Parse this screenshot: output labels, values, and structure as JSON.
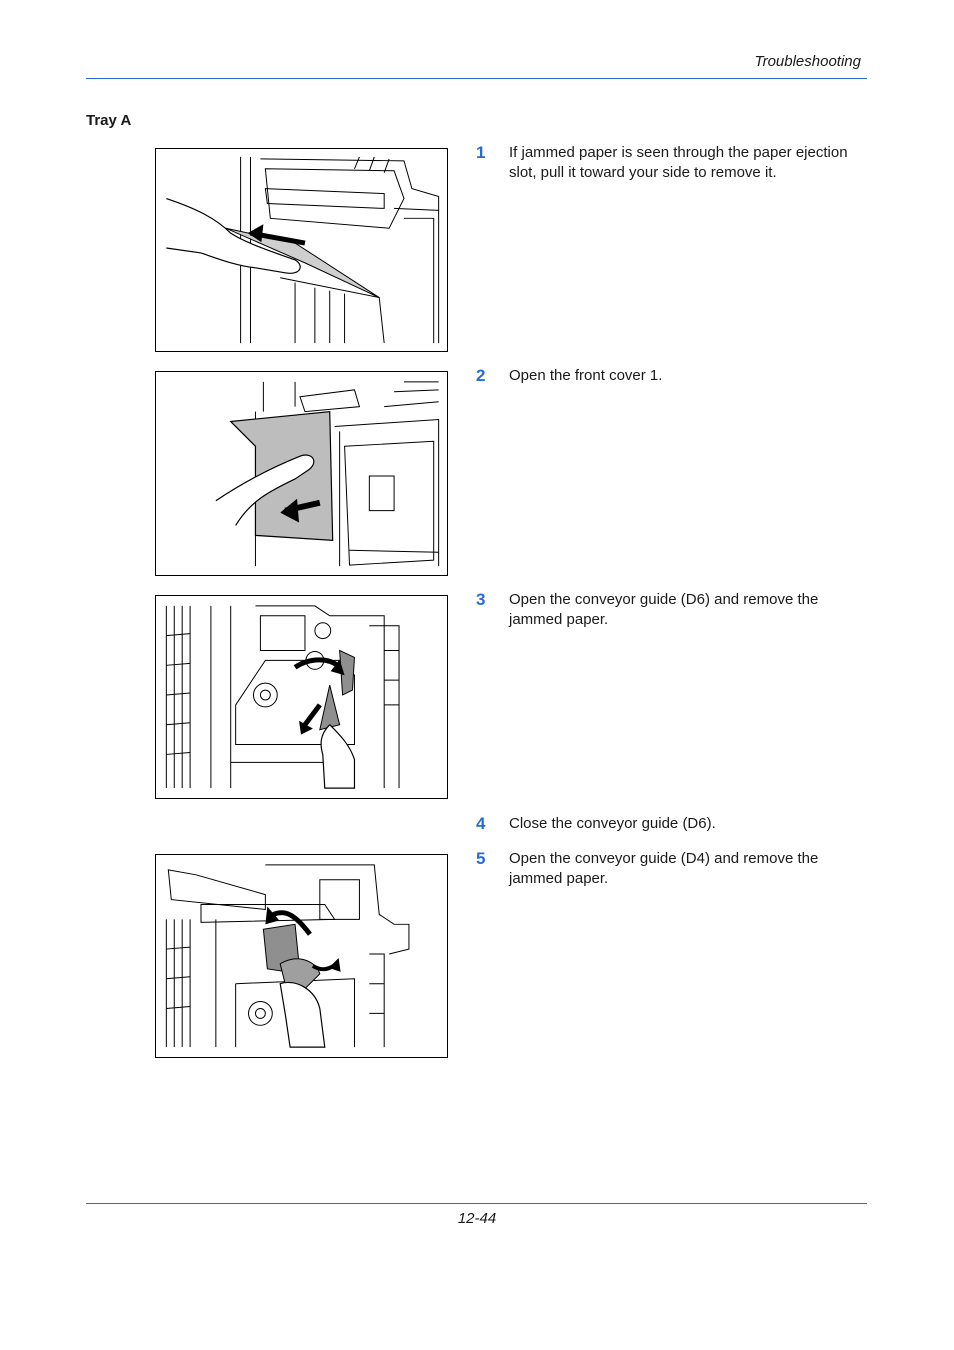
{
  "header": {
    "title": "Troubleshooting"
  },
  "section": {
    "title": "Tray A"
  },
  "steps": [
    {
      "number": "1",
      "text": "If jammed paper is seen through the paper ejection slot, pull it toward your side to remove it."
    },
    {
      "number": "2",
      "text": "Open the front cover 1."
    },
    {
      "number": "3",
      "text": "Open the conveyor guide (D6) and remove the jammed paper."
    },
    {
      "number": "4",
      "text": "Close the conveyor guide (D6)."
    },
    {
      "number": "5",
      "text": "Open the conveyor guide (D4) and remove the jammed paper."
    }
  ],
  "footer": {
    "page_number": "12-44"
  }
}
